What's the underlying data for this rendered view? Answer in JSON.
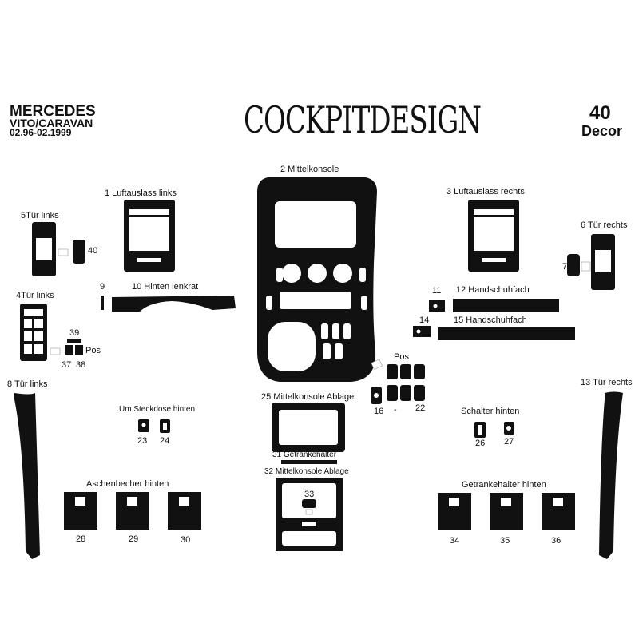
{
  "header": {
    "brand": "MERCEDES",
    "model": "VITO/CARAVAN",
    "years": "02.96-02.1999",
    "logo": "COCKPITDESIGN",
    "number": "40",
    "style": "Decor"
  },
  "parts": {
    "p1": "1  Luftauslass links",
    "p2": "2  Mittelkonsole",
    "p3": "3 Luftauslass rechts",
    "p4": "4Tür links",
    "p5": "5Tür links",
    "p6": "6  Tür rechts",
    "p7": "7",
    "p8": "8  Tür links",
    "p9": "9",
    "p10": "10 Hinten lenkrat",
    "p11": "11",
    "p12": "12  Handschuhfach",
    "p13": "13  Tür rechts",
    "p14": "14",
    "p15": "15  Handschuhfach",
    "p16": "16",
    "p_dash": "-",
    "p22": "22",
    "p_pos": "Pos",
    "p_steck": "Um Steckdose hinten",
    "p23": "23",
    "p24": "24",
    "p25": "25 Mittelkonsole Ablage",
    "p26": "26",
    "p27": "27",
    "p_schalter": "Schalter hinten",
    "p_asch": "Aschenbecher hinten",
    "p28": "28",
    "p29": "29",
    "p30": "30",
    "p31": "31 Getrankehalter",
    "p32": "32 Mittelkonsole Ablage",
    "p33": "33",
    "p_getr": "Getrankehalter hinten",
    "p34": "34",
    "p35": "35",
    "p36": "36",
    "p37": "37",
    "p38": "38",
    "p39": "39",
    "p40": "40",
    "p_pos2": "Pos"
  }
}
